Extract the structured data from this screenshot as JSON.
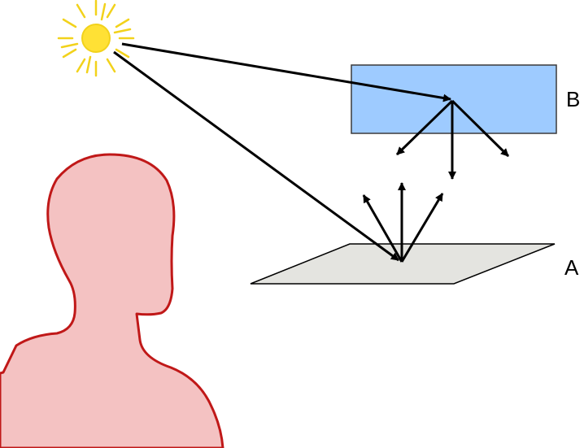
{
  "labels": {
    "surface_a": "A",
    "surface_b": "B"
  },
  "colors": {
    "sun_fill": "#FFE135",
    "sun_ray": "#F2D21B",
    "panel_b_fill": "#9ECBFF",
    "panel_b_stroke": "#3A3A3A",
    "surface_a_fill": "#E4E4E0",
    "head_fill": "#F4C2C2",
    "head_stroke": "#C01818",
    "arrow": "#000000"
  },
  "icons": {
    "sun": "sun-icon",
    "person": "person-head-silhouette"
  }
}
